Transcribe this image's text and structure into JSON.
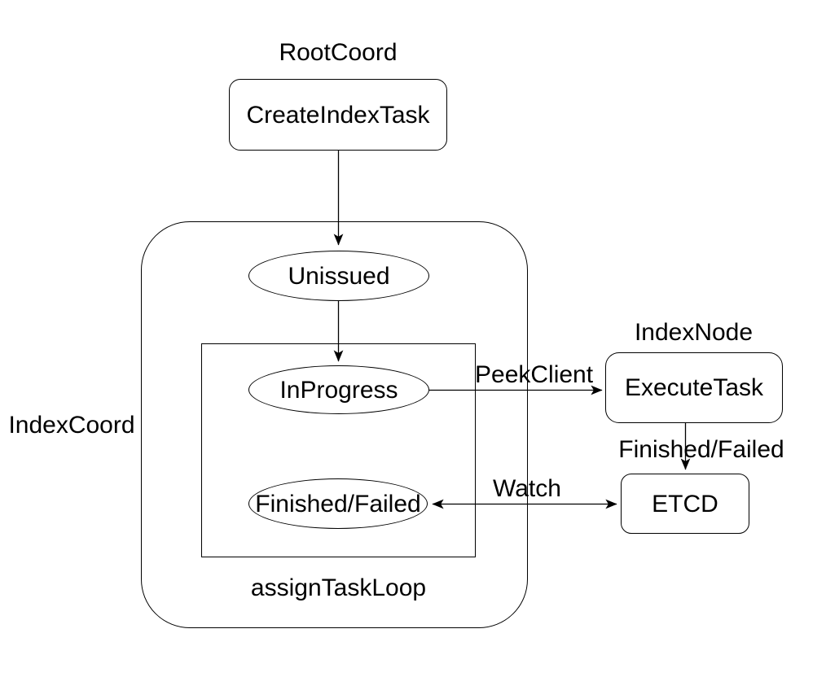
{
  "colors": {
    "stroke": "#000000",
    "text": "#000000",
    "background": "#ffffff"
  },
  "groups": {
    "root_coord": "RootCoord",
    "index_coord": "IndexCoord",
    "index_node": "IndexNode",
    "assign_task_loop": "assignTaskLoop"
  },
  "nodes": {
    "create_index_task": "CreateIndexTask",
    "unissued": "Unissued",
    "in_progress": "InProgress",
    "finished_failed": "Finished/Failed",
    "execute_task": "ExecuteTask",
    "etcd": "ETCD"
  },
  "edge_labels": {
    "peek_client": "PeekClient",
    "watch": "Watch",
    "finished_failed": "Finished/Failed"
  }
}
